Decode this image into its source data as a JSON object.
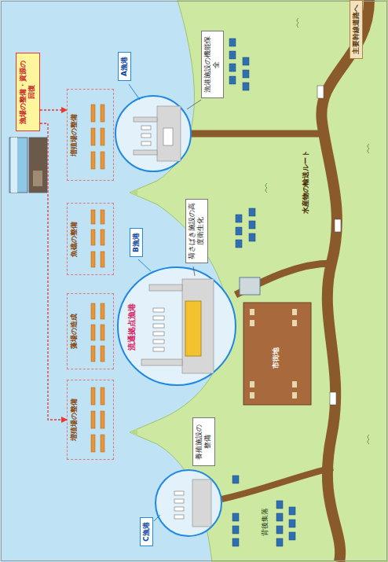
{
  "diagram": {
    "nodes": [
      {
        "text": [
          "漁場の整備・資源の回復"
        ]
      },
      {
        "text": [
          "増殖場の整備"
        ]
      },
      {
        "text": [
          "魚礁の整備"
        ]
      },
      {
        "text": [
          "藻場の造成"
        ]
      },
      {
        "text": [
          "増殖場の整備"
        ]
      },
      {
        "text": [
          "A漁港"
        ]
      },
      {
        "text": [
          "漁港施設の機能保全"
        ]
      },
      {
        "text": [
          "B漁港"
        ]
      },
      {
        "text": [
          "荷さばき施設の高度衛生化"
        ]
      },
      {
        "text": [
          "C漁港"
        ]
      },
      {
        "text": [
          "養殖施設の整備"
        ]
      },
      {
        "text": [
          "主要幹線道路へ"
        ]
      }
    ],
    "edges": [
      {
        "from": 0,
        "to": 1,
        "arrow": "to"
      },
      {
        "from": 0,
        "to": 4,
        "arrow": "to"
      }
    ],
    "labels": [
      "流通拠点漁港",
      "市街地",
      "水産物の輸送ルート",
      "背後集落"
    ]
  }
}
